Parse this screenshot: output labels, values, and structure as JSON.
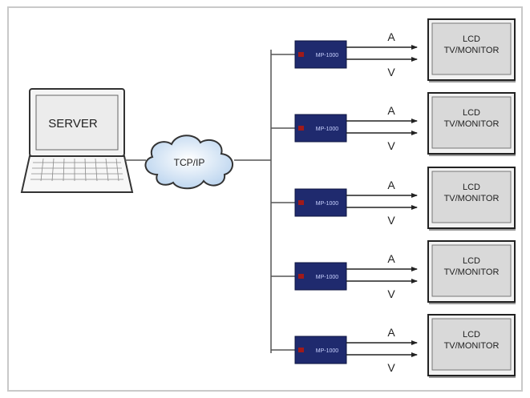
{
  "server": {
    "label": "SERVER"
  },
  "network": {
    "label": "TCP/IP"
  },
  "player_label": "MP-1000",
  "audio_label": "A",
  "video_label": "V",
  "display": {
    "line1": "LCD",
    "line2": "TV/MONITOR"
  },
  "channel_count": 5,
  "colors": {
    "frame": "#c9c9c9",
    "line": "#555555",
    "player_body": "#1f2a6e",
    "player_accent": "#a01a1a",
    "cloud_fill": "#dce9f6",
    "monitor_bezel": "#f2f2f2",
    "monitor_screen": "#d9d9d9"
  }
}
